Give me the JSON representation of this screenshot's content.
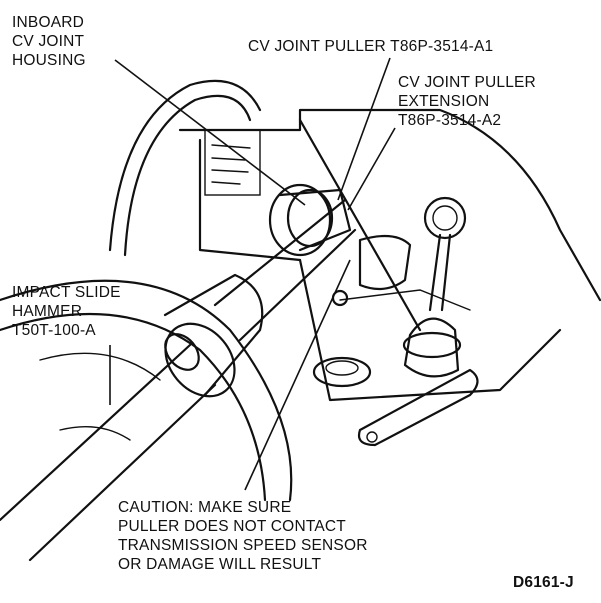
{
  "labels": {
    "housing": [
      "INBOARD",
      "CV JOINT",
      "HOUSING"
    ],
    "puller": "CV JOINT PULLER T86P-3514-A1",
    "extension": [
      "CV JOINT PULLER",
      "EXTENSION",
      "T86P-3514-A2"
    ],
    "hammer": [
      "IMPACT SLIDE",
      "HAMMER",
      "T50T-100-A"
    ],
    "caution": [
      "CAUTION: MAKE SURE",
      "PULLER DOES NOT CONTACT",
      "TRANSMISSION SPEED SENSOR",
      "OR DAMAGE WILL RESULT"
    ],
    "figure_id": "D6161-J"
  }
}
